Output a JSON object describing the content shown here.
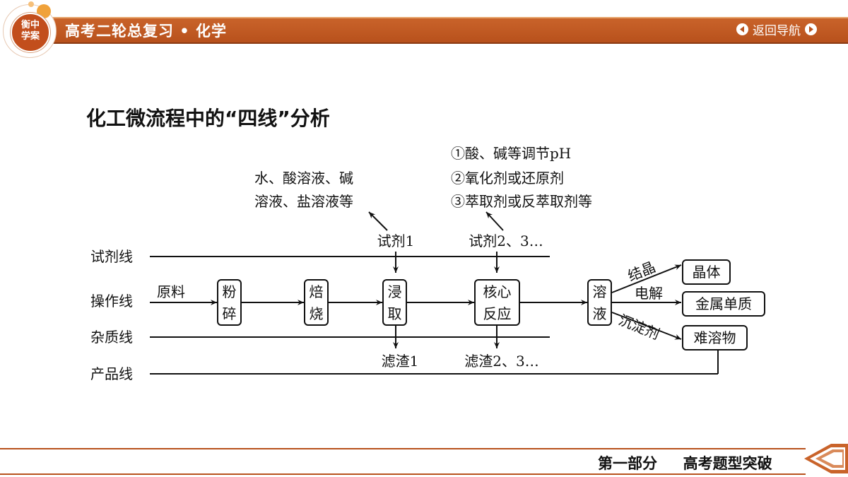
{
  "header": {
    "logo_line1": "衡中",
    "logo_line2": "学案",
    "title": "高考二轮总复习 • 化学",
    "back_nav_label": "返回导航"
  },
  "slide": {
    "title": "化工微流程中的“四线”分析"
  },
  "diagram": {
    "lines": {
      "reagent": "试剂线",
      "operation": "操作线",
      "impurity": "杂质线",
      "product": "产品线"
    },
    "raw_material": "原料",
    "steps": {
      "grind": [
        "粉",
        "碎"
      ],
      "roast": [
        "焙",
        "烧"
      ],
      "leach": [
        "浸",
        "取"
      ],
      "core": [
        "核心",
        "反应"
      ],
      "solution": [
        "溶",
        "液"
      ]
    },
    "reagents": {
      "reagent1": "试剂1",
      "reagent2": "试剂2、3…"
    },
    "residues": {
      "residue1": "滤渣1",
      "residue2": "滤渣2、3…"
    },
    "note_reagent1": [
      "水、酸溶液、碱",
      "溶液、盐溶液等"
    ],
    "note_reagent2": [
      "①酸、碱等调节pH",
      "②氧化剂或还原剂",
      "③萃取剂或反萃取剂等"
    ],
    "branches": {
      "crystallize": "结晶",
      "electrolysis": "电解",
      "precipitant": "沉淀剂"
    },
    "outputs": {
      "crystal": "晶体",
      "metal": "金属单质",
      "insoluble": "难溶物"
    }
  },
  "footer": {
    "part": "第一部分",
    "section": "高考题型突破"
  }
}
